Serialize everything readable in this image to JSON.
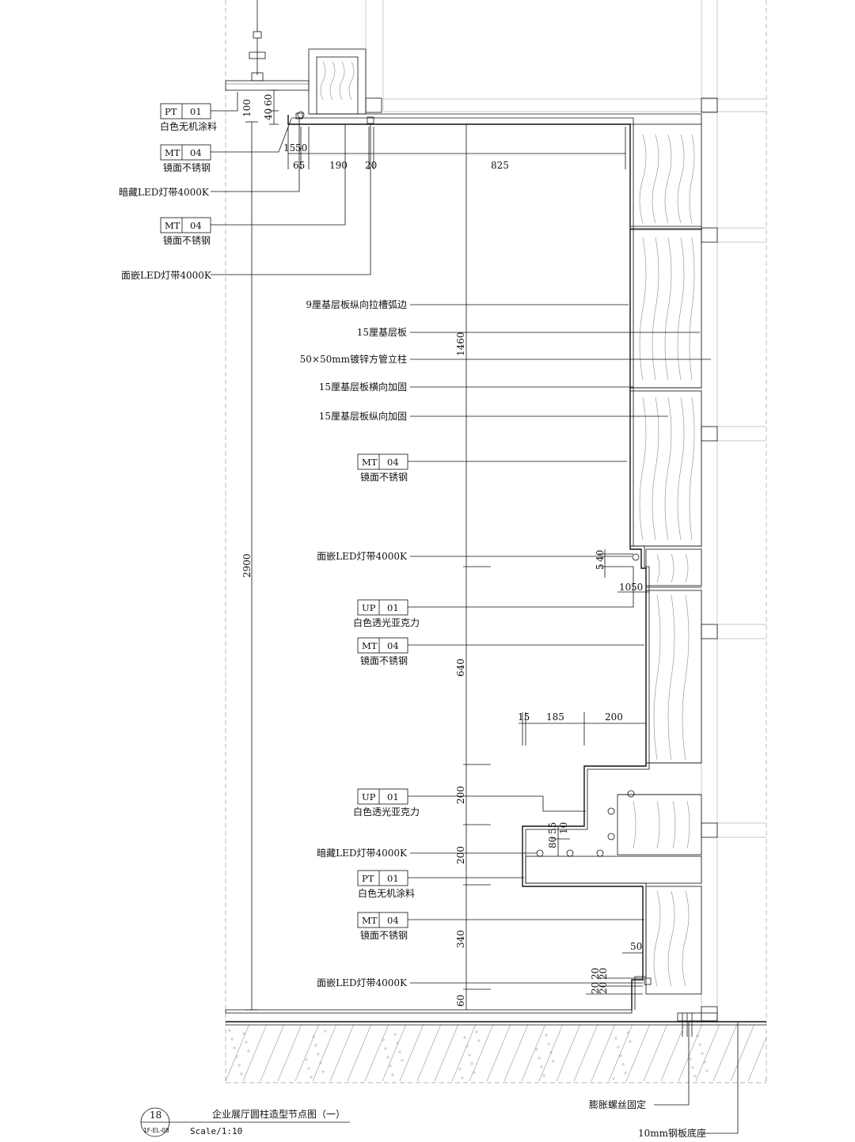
{
  "drawing": {
    "number": "18",
    "sheet": "1F-EL-08",
    "title": "企业展厅圆柱造型节点图（一）",
    "scale": "Scale/1:10"
  },
  "tags": [
    {
      "code": "PT",
      "num": "01",
      "caption": "白色无机涂料"
    },
    {
      "code": "MT",
      "num": "04",
      "caption": "镜面不锈钢"
    },
    {
      "code": "MT",
      "num": "04",
      "caption": "镜面不锈钢"
    },
    {
      "code": "MT",
      "num": "04",
      "caption": "镜面不锈钢"
    },
    {
      "code": "UP",
      "num": "01",
      "caption": "白色透光亚克力"
    },
    {
      "code": "MT",
      "num": "04",
      "caption": "镜面不锈钢"
    },
    {
      "code": "UP",
      "num": "01",
      "caption": "白色透光亚克力"
    },
    {
      "code": "PT",
      "num": "01",
      "caption": "白色无机涂料"
    },
    {
      "code": "MT",
      "num": "04",
      "caption": "镜面不锈钢"
    }
  ],
  "labels": [
    "暗藏LED灯带4000K",
    "面嵌LED灯带4000K",
    "9厘基层板纵向拉槽弧边",
    "15厘基层板",
    "50×50mm镀锌方管立柱",
    "15厘基层板横向加固",
    "15厘基层板纵向加固",
    "面嵌LED灯带4000K",
    "暗藏LED灯带4000K",
    "面嵌LED灯带4000K",
    "膨胀螺丝固定",
    "10mm钢板底座"
  ],
  "dims": {
    "d100": "100",
    "d40": "40",
    "d60": "60",
    "d15": "15",
    "d50": "50",
    "d65": "65",
    "d190": "190",
    "d20": "20",
    "d825": "825",
    "d2900": "2900",
    "d1460": "1460",
    "d5": "5",
    "d40b": "40",
    "d10": "10",
    "d50b": "50",
    "d640": "640",
    "d15b": "15",
    "d185": "185",
    "d200": "200",
    "d200a": "200",
    "d80": "80",
    "d55": "55",
    "d10b": "10",
    "d200b": "200",
    "d340": "340",
    "d50c": "50",
    "d20a": "20",
    "d20b": "20",
    "d20c": "20",
    "d20d": "20",
    "d60b": "60"
  }
}
